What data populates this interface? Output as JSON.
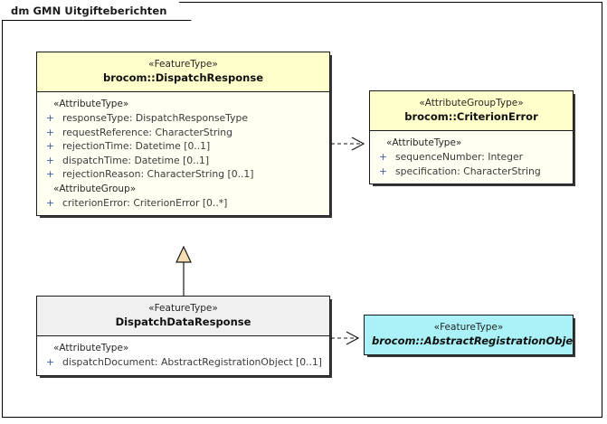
{
  "diagram": {
    "title": "dm GMN Uitgifteberichten",
    "colors": {
      "header_yellow": "#FFFFCC",
      "body_cream": "#FFFFF2",
      "header_grey": "#F0F0F0",
      "cyan": "#AAF2F7",
      "border": "#1A1A1A",
      "visibility_plus": "#3F5FA8",
      "generalization_fill": "#F5DEB3"
    },
    "classes": [
      {
        "id": "dispatchresponse",
        "stereotype": "«FeatureType»",
        "name": "brocom::DispatchResponse",
        "abstract": false,
        "fill": "yellow",
        "compartments": [
          {
            "group": "«AttributeType»",
            "attributes": [
              {
                "visibility": "+",
                "text": "responseType: DispatchResponseType"
              },
              {
                "visibility": "+",
                "text": "requestReference: CharacterString"
              },
              {
                "visibility": "+",
                "text": "rejectionTime: Datetime [0..1]"
              },
              {
                "visibility": "+",
                "text": "dispatchTime: Datetime [0..1]"
              },
              {
                "visibility": "+",
                "text": "rejectionReason: CharacterString [0..1]"
              }
            ]
          },
          {
            "group": "«AttributeGroup»",
            "attributes": [
              {
                "visibility": "+",
                "text": "criterionError: CriterionError [0..*]"
              }
            ]
          }
        ]
      },
      {
        "id": "criterionerror",
        "stereotype": "«AttributeGroupType»",
        "name": "brocom::CriterionError",
        "abstract": false,
        "fill": "yellow",
        "compartments": [
          {
            "group": "«AttributeType»",
            "attributes": [
              {
                "visibility": "+",
                "text": "sequenceNumber: Integer"
              },
              {
                "visibility": "+",
                "text": "specification: CharacterString"
              }
            ]
          }
        ]
      },
      {
        "id": "dispatchdata",
        "stereotype": "«FeatureType»",
        "name": "DispatchDataResponse",
        "abstract": false,
        "fill": "grey",
        "compartments": [
          {
            "group": "«AttributeType»",
            "attributes": [
              {
                "visibility": "+",
                "text": "dispatchDocument: AbstractRegistrationObject [0..1]"
              }
            ]
          }
        ]
      },
      {
        "id": "abstractreg",
        "stereotype": "«FeatureType»",
        "name": "brocom::AbstractRegistrationObject",
        "abstract": true,
        "fill": "cyan",
        "compartments": []
      }
    ],
    "connectors": [
      {
        "id": "dep-criterionerror",
        "type": "dependency",
        "style": "dashed",
        "arrowhead": "open",
        "from": "dispatchresponse",
        "to": "criterionerror"
      },
      {
        "id": "gen-dispatchdata",
        "type": "generalization",
        "style": "solid",
        "arrowhead": "hollow-triangle",
        "from": "dispatchdata",
        "to": "dispatchresponse"
      },
      {
        "id": "dep-abstractreg",
        "type": "dependency",
        "style": "dashed",
        "arrowhead": "open",
        "from": "dispatchdata",
        "to": "abstractreg"
      }
    ]
  }
}
